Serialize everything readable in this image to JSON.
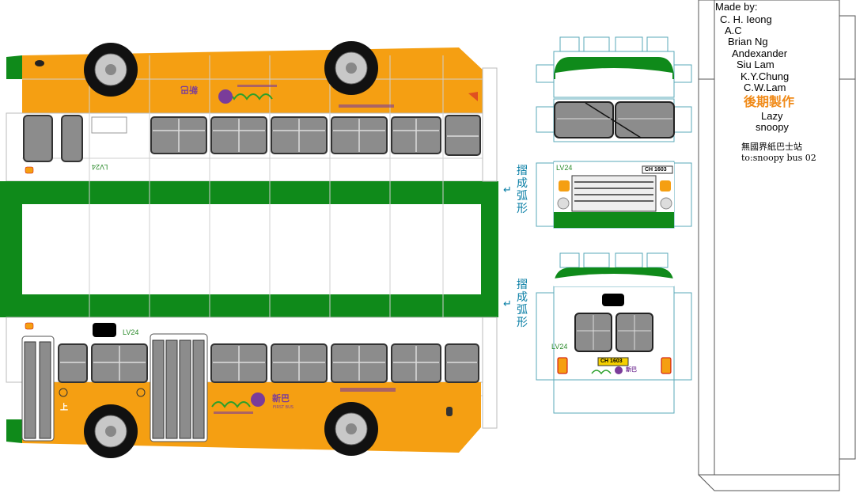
{
  "credits": {
    "title": "Made by:",
    "names": [
      "C. H. Ieong",
      "A.C",
      "Brian Ng",
      "Andexander",
      "Siu Lam",
      "K.Y.Chung",
      "C.W.Lam"
    ],
    "post_production": "後期製作",
    "names_after": [
      "Lazy",
      "snoopy"
    ],
    "site": "無國界紙巴士站",
    "file": "to:snoopy bus 02"
  },
  "fold_instruction": "摺成弧形",
  "fold_arrow": "↵",
  "bus": {
    "fleet_number": "LV24",
    "registration": "CH 1603",
    "brand_cn": "新巴",
    "brand_en": "FIRST BUS",
    "door_sign": "上",
    "colors": {
      "orange": "#f59f12",
      "green": "#0f8a1a",
      "window_grey": "#8c8c8c",
      "outline": "#5aa8b8",
      "purple": "#7a3c9a"
    }
  }
}
